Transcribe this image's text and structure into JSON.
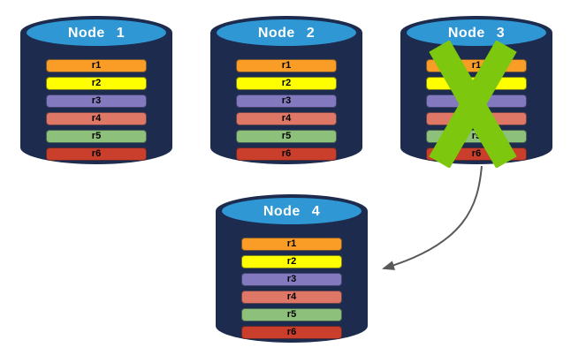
{
  "colors": {
    "cylinder-body": "#1C2B4E",
    "cylinder-top": "#2E97D4",
    "node-title": "#FFFFFF",
    "row-r1": "#F99D27",
    "row-r2": "#FEFE00",
    "row-r3": "#8379BF",
    "row-r4": "#DE7765",
    "row-r5": "#8DC07A",
    "row-r6": "#C93F2B",
    "failure-x": "#7DC80E",
    "arrow": "#595959"
  },
  "nodes": [
    {
      "label": "Node 1",
      "failed": false,
      "rows": [
        "r1",
        "r2",
        "r3",
        "r4",
        "r5",
        "r6"
      ]
    },
    {
      "label": "Node 2",
      "failed": false,
      "rows": [
        "r1",
        "r2",
        "r3",
        "r4",
        "r5",
        "r6"
      ]
    },
    {
      "label": "Node 3",
      "failed": true,
      "rows": [
        "r1",
        "r2",
        "r3",
        "r4",
        "r5",
        "r6"
      ]
    },
    {
      "label": "Node 4",
      "failed": false,
      "rows": [
        "r1",
        "r2",
        "r3",
        "r4",
        "r5",
        "r6"
      ]
    }
  ]
}
